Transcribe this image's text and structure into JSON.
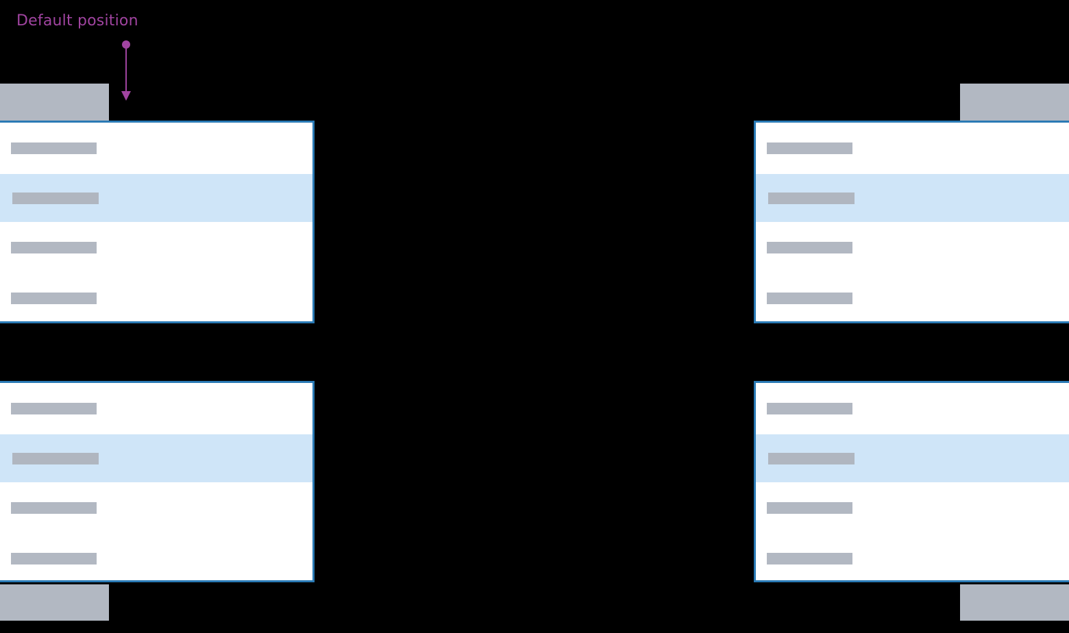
{
  "diagram": {
    "background_color": "#000000",
    "annotation": {
      "label": "Default position",
      "color": "#a044a0",
      "marker": "arrow-down-icon",
      "points_to": "flyout-panel-top-left"
    },
    "colors": {
      "panel_border": "#2a7ab5",
      "panel_background": "#ffffff",
      "selected_row": "#cfe5f8",
      "placeholder_grey": "#b2b8c2",
      "anchor_grey": "#b2b8c2"
    },
    "anchors": [
      {
        "name": "anchor-top-left",
        "label": ""
      },
      {
        "name": "anchor-top-right",
        "label": ""
      },
      {
        "name": "anchor-bottom-left",
        "label": ""
      },
      {
        "name": "anchor-bottom-right",
        "label": ""
      }
    ],
    "panels": [
      {
        "name": "flyout-panel-top-left",
        "position": "top-left",
        "rows": [
          {
            "label": "",
            "selected": false
          },
          {
            "label": "",
            "selected": true
          },
          {
            "label": "",
            "selected": false
          },
          {
            "label": "",
            "selected": false
          }
        ]
      },
      {
        "name": "flyout-panel-top-right",
        "position": "top-right",
        "rows": [
          {
            "label": "",
            "selected": false
          },
          {
            "label": "",
            "selected": true
          },
          {
            "label": "",
            "selected": false
          },
          {
            "label": "",
            "selected": false
          }
        ]
      },
      {
        "name": "flyout-panel-bottom-left",
        "position": "bottom-left",
        "rows": [
          {
            "label": "",
            "selected": false
          },
          {
            "label": "",
            "selected": true
          },
          {
            "label": "",
            "selected": false
          },
          {
            "label": "",
            "selected": false
          }
        ]
      },
      {
        "name": "flyout-panel-bottom-right",
        "position": "bottom-right",
        "rows": [
          {
            "label": "",
            "selected": false
          },
          {
            "label": "",
            "selected": true
          },
          {
            "label": "",
            "selected": false
          },
          {
            "label": "",
            "selected": false
          }
        ]
      }
    ]
  }
}
